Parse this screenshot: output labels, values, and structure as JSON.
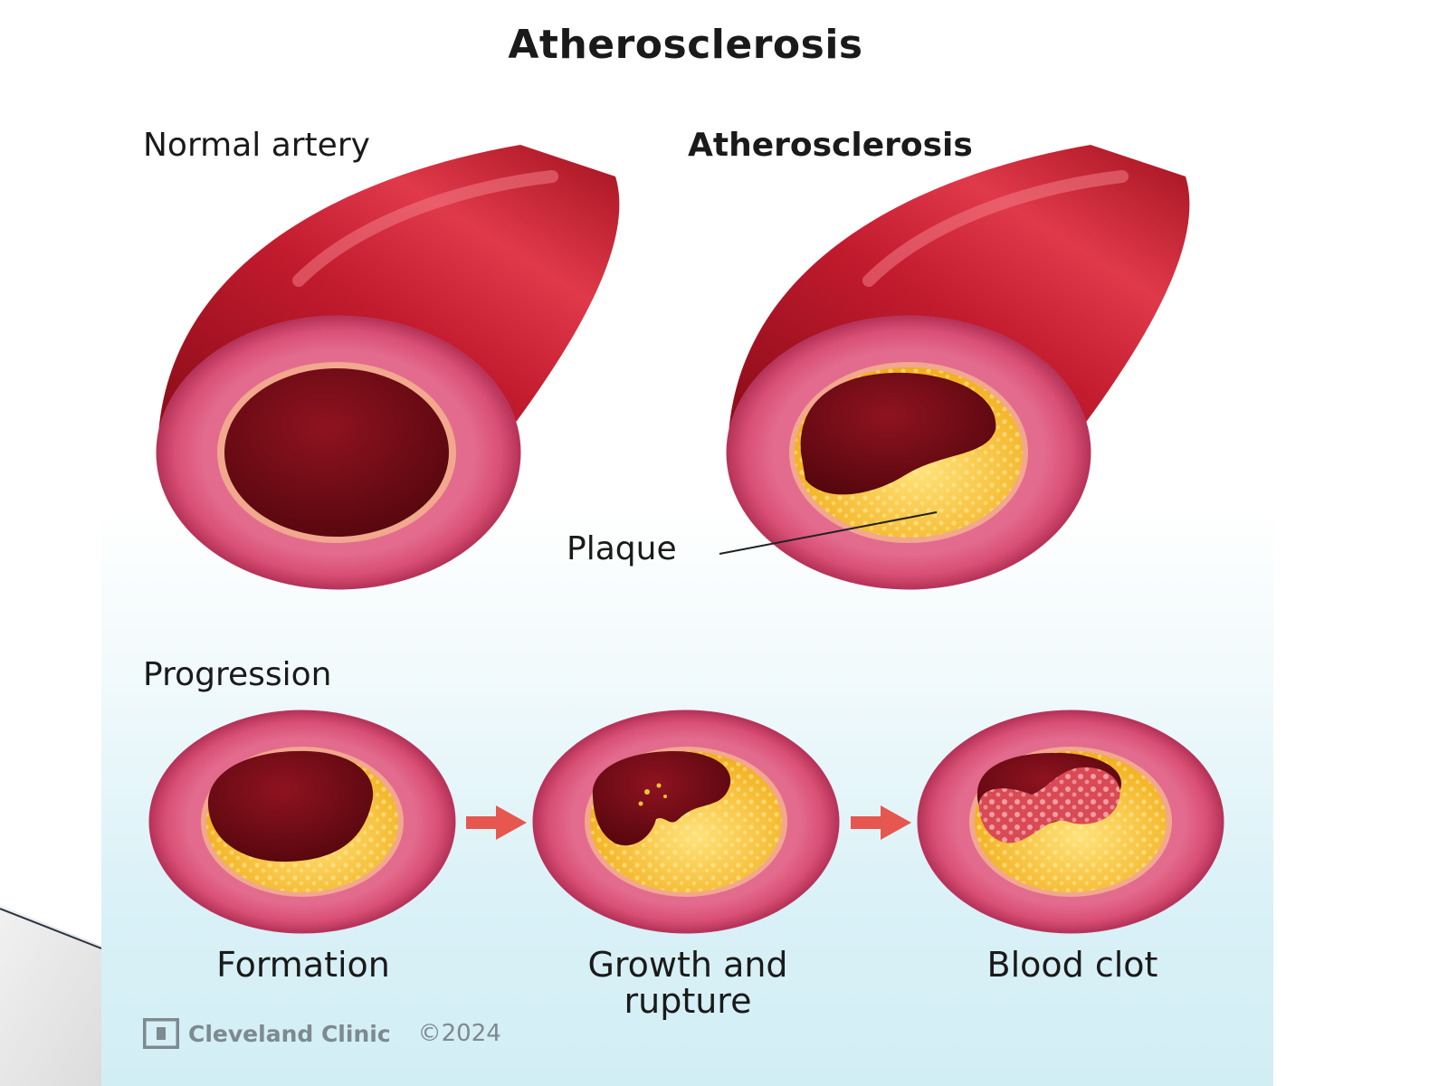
{
  "title": "Atherosclerosis",
  "top_labels": {
    "normal": "Normal artery",
    "athero": "Atherosclerosis",
    "plaque": "Plaque"
  },
  "progression": {
    "heading": "Progression",
    "stages": [
      {
        "line1": "Formation",
        "line2": ""
      },
      {
        "line1": "Growth and",
        "line2": "rupture"
      },
      {
        "line1": "Blood clot",
        "line2": ""
      }
    ]
  },
  "footer": {
    "brand": "Cleveland Clinic",
    "copyright": "©2024"
  },
  "colors": {
    "artery_outer": "#b5162a",
    "artery_dark": "#7a0a14",
    "wall_pink": "#d9547a",
    "lumen": "#6b0a12",
    "plaque": "#f7c531",
    "clot": "#d94a55",
    "arrow": "#e6574f",
    "panel_blue": "#d6eff6"
  }
}
